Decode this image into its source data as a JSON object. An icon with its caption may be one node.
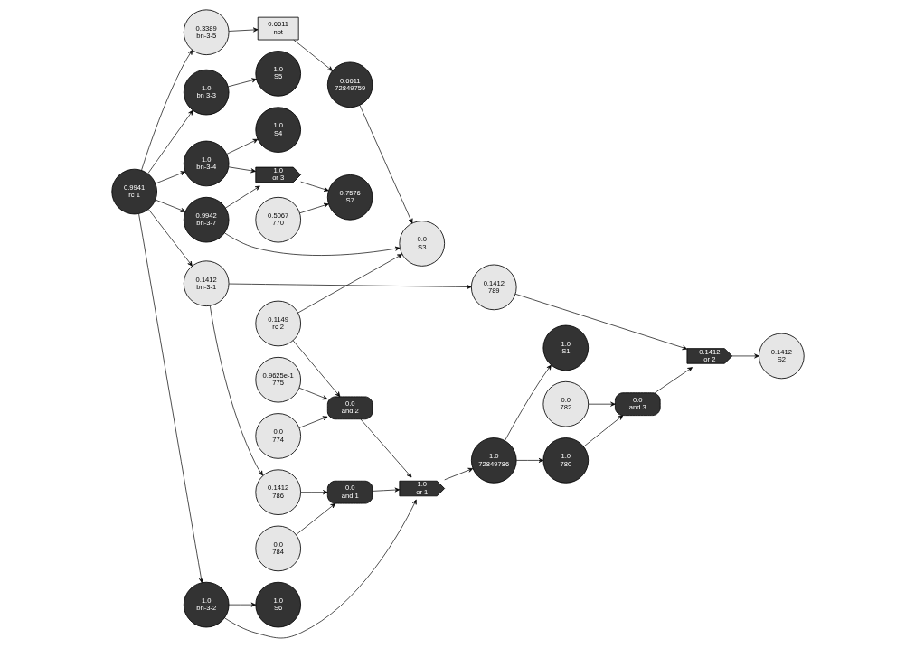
{
  "diagram": {
    "nodes": [
      {
        "text": [
          "0.9941",
          "rc 1"
        ]
      },
      {
        "text": [
          "0.1412",
          "bn-3-1"
        ]
      },
      {
        "text": [
          "1.0",
          "bn 3-3"
        ]
      },
      {
        "text": [
          "1.0",
          "bn-3-4"
        ]
      },
      {
        "text": [
          "0.9942",
          "bn-3-7"
        ]
      },
      {
        "text": [
          "0.3389",
          "bn-3-5"
        ]
      },
      {
        "text": [
          "1.0",
          "bn-3-2"
        ]
      },
      {
        "text": [
          "0.1412",
          "786"
        ]
      },
      {
        "text": [
          "1.0",
          "S5"
        ]
      },
      {
        "text": [
          "1.0",
          "S4"
        ]
      },
      {
        "text": [
          "1.0",
          "or 3"
        ]
      },
      {
        "text": [
          "0.5067",
          "770"
        ]
      },
      {
        "text": [
          "0.7576",
          "S7"
        ]
      },
      {
        "text": [
          "0.1149",
          "rc 2"
        ]
      },
      {
        "text": [
          "0.6611",
          "not"
        ]
      },
      {
        "text": [
          "0.6611",
          "72849759"
        ]
      },
      {
        "text": [
          "1.0",
          "S6"
        ]
      },
      {
        "text": [
          "0.0",
          "784"
        ]
      },
      {
        "text": [
          "0.9625e-1",
          "775"
        ]
      },
      {
        "text": [
          "0.0",
          "774"
        ]
      },
      {
        "text": [
          "0.0",
          "S3"
        ]
      },
      {
        "text": [
          "0.0",
          "and 1"
        ]
      },
      {
        "text": [
          "0.0",
          "and 2"
        ]
      },
      {
        "text": [
          "1.0",
          "or 1"
        ]
      },
      {
        "text": [
          "1.0",
          "72849786"
        ]
      },
      {
        "text": [
          "0.1412",
          "789"
        ]
      },
      {
        "text": [
          "0.0",
          "782"
        ]
      },
      {
        "text": [
          "1.0",
          "780"
        ]
      },
      {
        "text": [
          "0.0",
          "and 3"
        ]
      },
      {
        "text": [
          "0.1412",
          "or 2"
        ]
      },
      {
        "text": [
          "0.1412",
          "S2"
        ]
      },
      {
        "text": [
          "1.0",
          "S1"
        ]
      }
    ],
    "edges": [
      {
        "from": 0,
        "to": 1,
        "arrow": "to"
      },
      {
        "from": 0,
        "to": 2,
        "arrow": "to"
      },
      {
        "from": 0,
        "to": 3,
        "arrow": "to"
      },
      {
        "from": 0,
        "to": 4,
        "arrow": "to"
      },
      {
        "from": 0,
        "to": 5,
        "arrow": "to"
      },
      {
        "from": 0,
        "to": 6,
        "arrow": "to"
      },
      {
        "from": 1,
        "to": 7,
        "arrow": "to"
      },
      {
        "from": 1,
        "to": 25,
        "arrow": "to"
      },
      {
        "from": 2,
        "to": 8,
        "arrow": "to"
      },
      {
        "from": 3,
        "to": 9,
        "arrow": "to"
      },
      {
        "from": 3,
        "to": 10,
        "arrow": "to"
      },
      {
        "from": 4,
        "to": 10,
        "arrow": "to"
      },
      {
        "from": 4,
        "to": 20,
        "arrow": "to"
      },
      {
        "from": 5,
        "to": 14,
        "arrow": "to"
      },
      {
        "from": 14,
        "to": 15,
        "arrow": "to"
      },
      {
        "from": 15,
        "to": 20,
        "arrow": "to"
      },
      {
        "from": 6,
        "to": 23,
        "arrow": "to"
      },
      {
        "from": 6,
        "to": 16,
        "arrow": "to"
      },
      {
        "from": 7,
        "to": 21,
        "arrow": "to"
      },
      {
        "from": 11,
        "to": 12,
        "arrow": "to"
      },
      {
        "from": 10,
        "to": 12,
        "arrow": "to"
      },
      {
        "from": 13,
        "to": 22,
        "arrow": "to"
      },
      {
        "from": 13,
        "to": 20,
        "arrow": "to"
      },
      {
        "from": 17,
        "to": 21,
        "arrow": "to"
      },
      {
        "from": 18,
        "to": 22,
        "arrow": "to"
      },
      {
        "from": 19,
        "to": 22,
        "arrow": "to"
      },
      {
        "from": 21,
        "to": 23,
        "arrow": "to"
      },
      {
        "from": 22,
        "to": 23,
        "arrow": "to"
      },
      {
        "from": 23,
        "to": 24,
        "arrow": "to"
      },
      {
        "from": 24,
        "to": 27,
        "arrow": "to"
      },
      {
        "from": 24,
        "to": 31,
        "arrow": "to"
      },
      {
        "from": 27,
        "to": 28,
        "arrow": "to"
      },
      {
        "from": 26,
        "to": 28,
        "arrow": "to"
      },
      {
        "from": 28,
        "to": 29,
        "arrow": "to"
      },
      {
        "from": 25,
        "to": 29,
        "arrow": "to"
      },
      {
        "from": 29,
        "to": 30,
        "arrow": "to"
      }
    ]
  }
}
